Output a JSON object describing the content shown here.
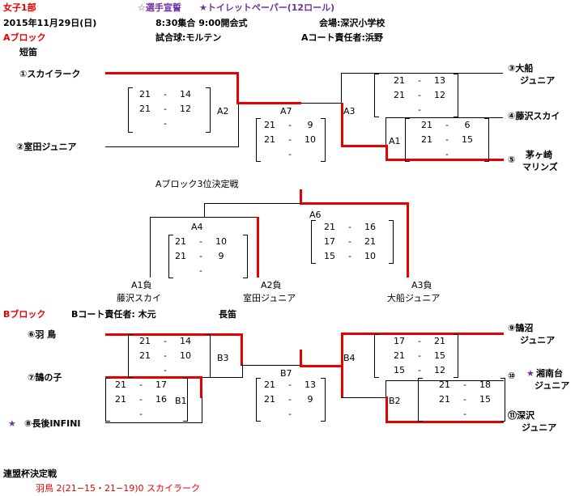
{
  "header": {
    "title": "女子1部",
    "oath": "☆選手宣誓",
    "prize": "★トイレットペーパー(12ロール)",
    "date": "2015年11月29日(日)",
    "time": "8:30集合 9:00開会式",
    "venue": "会場:深沢小学校",
    "ball": "試合球:モルテン"
  },
  "a_block": {
    "label": "Aブロック",
    "court": "Aコート責任者:浜野",
    "whistle": "短笛",
    "teams": [
      "①スカイラーク",
      "②室田ジュニア",
      "③大船",
      "ジュニア",
      "④藤沢スカイ",
      "⑤",
      "茅ヶ崎",
      "マリンズ"
    ],
    "matches": [
      "A2",
      "A7",
      "A3",
      "A1"
    ],
    "scores": {
      "a2": [
        [
          "21",
          "-",
          "14"
        ],
        [
          "21",
          "-",
          "12"
        ],
        [
          "",
          "-",
          ""
        ]
      ],
      "a7": [
        [
          "21",
          "-",
          "9"
        ],
        [
          "21",
          "-",
          "10"
        ],
        [
          "",
          "-",
          ""
        ]
      ],
      "a3": [
        [
          "21",
          "-",
          "13"
        ],
        [
          "21",
          "-",
          "12"
        ],
        [
          "",
          "-",
          ""
        ]
      ],
      "a1": [
        [
          "21",
          "-",
          "6"
        ],
        [
          "21",
          "-",
          "15"
        ],
        [
          "",
          "-",
          ""
        ]
      ]
    }
  },
  "third_place": {
    "label": "Aブロック3位決定戦",
    "matches": [
      "A4",
      "A6"
    ],
    "scores": {
      "a4": [
        [
          "21",
          "-",
          "10"
        ],
        [
          "21",
          "-",
          "9"
        ],
        [
          "",
          "-",
          ""
        ]
      ],
      "a6": [
        [
          "21",
          "-",
          "16"
        ],
        [
          "17",
          "-",
          "21"
        ],
        [
          "15",
          "-",
          "10"
        ]
      ]
    },
    "losers": [
      "A1負",
      "藤沢スカイ",
      "A2負",
      "室田ジュニア",
      "A3負",
      "大船ジュニア"
    ]
  },
  "b_block": {
    "label": "Bブロック",
    "court": "Bコート責任者: 木元",
    "whistle": "長笛",
    "teams": [
      "⑥羽 鳥",
      "⑦鵠の子",
      "⑧長後INFINI",
      "⑨鵠沼",
      "ジュニア",
      "⑩",
      "湘南台",
      "ジュニア",
      "⑪深沢",
      "ジュニア"
    ],
    "stars": [
      "★",
      "★"
    ],
    "matches": [
      "B3",
      "B1",
      "B7",
      "B4",
      "B2"
    ],
    "scores": {
      "b3": [
        [
          "21",
          "-",
          "14"
        ],
        [
          "21",
          "-",
          "10"
        ],
        [
          "",
          "-",
          ""
        ]
      ],
      "b1": [
        [
          "21",
          "-",
          "17"
        ],
        [
          "21",
          "-",
          "16"
        ],
        [
          "",
          "-",
          ""
        ]
      ],
      "b7": [
        [
          "21",
          "-",
          "13"
        ],
        [
          "21",
          "-",
          "9"
        ],
        [
          "",
          "-",
          ""
        ]
      ],
      "b4": [
        [
          "17",
          "-",
          "21"
        ],
        [
          "21",
          "-",
          "15"
        ],
        [
          "15",
          "-",
          "12"
        ]
      ],
      "b2": [
        [
          "21",
          "-",
          "18"
        ],
        [
          "21",
          "-",
          "15"
        ],
        [
          "",
          "-",
          ""
        ]
      ]
    }
  },
  "final": {
    "label": "連盟杯決定戦",
    "result": "羽鳥 2(21−15・21−19)0 スカイラーク"
  },
  "colors": {
    "win_line": "#e60000",
    "star": "#7030a0",
    "header_red": "#e60000"
  }
}
